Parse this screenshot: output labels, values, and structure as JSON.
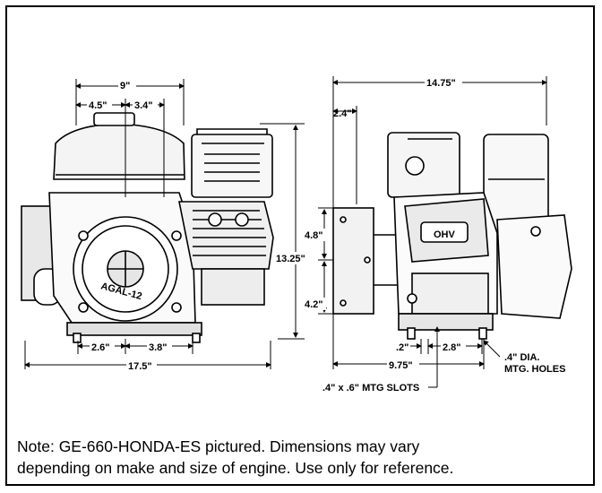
{
  "dimensions": {
    "front_width_top": "9\"",
    "front_left_half": "4.5\"",
    "front_right_part": "3.4\"",
    "front_bolt_left": "2.6\"",
    "front_bolt_right": "3.8\"",
    "front_total_width": "17.5\"",
    "height": "13.25\"",
    "side_offset": "2.4\"",
    "side_upper": "4.8\"",
    "side_lower": "4.2\"",
    "side_total_width": "14.75\"",
    "side_base_left": ".2\"",
    "side_base_right": "2.8\"",
    "side_base_depth": "9.75\"",
    "holes_line1": ".4\" DIA.",
    "holes_line2": "MTG. HOLES",
    "slots": ".4\" x .6\" MTG SLOTS"
  },
  "engine_labels": {
    "shroud_badge": "AGAL-12",
    "valve_cover": "OHV"
  },
  "note": {
    "line1": "Note:  GE-660-HONDA-ES pictured.  Dimensions may vary",
    "line2": "depending on make and size of engine.  Use only for reference."
  }
}
